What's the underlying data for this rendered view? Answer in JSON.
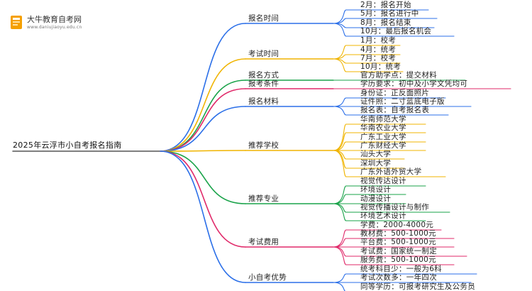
{
  "logo": {
    "title": "大牛教育自考网",
    "url": "www.daniujiaoyu.edu.cn",
    "icon": "book-logo-icon",
    "color": "#f5a000"
  },
  "root": "2025年云浮市小自考报名指南",
  "branches": [
    {
      "label": "报名时间",
      "color": "#2b6fe8",
      "items": [
        "2月：报名开始",
        "5月：报名进行中",
        "8月：报名结束",
        "10月：最后报名机会"
      ]
    },
    {
      "label": "考试时间",
      "color": "#f0b400",
      "items": [
        "1月：校考",
        "4月：统考",
        "7月：校考",
        "10月：统考"
      ]
    },
    {
      "label": "报名方式",
      "color": "#1aa34a",
      "items": [
        "官方助学点：提交材料"
      ]
    },
    {
      "label": "报考条件",
      "color": "#e02a6a",
      "items": [
        "学历要求：初中及小学文凭均可"
      ]
    },
    {
      "label": "报名材料",
      "color": "#2b6fe8",
      "items": [
        "身份证：正反面照片",
        "证件照：二寸蓝底电子版",
        "报名表：自考报名表"
      ]
    },
    {
      "label": "推荐学校",
      "color": "#f0b400",
      "items": [
        "华南师范大学",
        "华南农业大学",
        "广东工业大学",
        "广东财经大学",
        "汕头大学",
        "深圳大学",
        "广东外语外贸大学"
      ]
    },
    {
      "label": "推荐专业",
      "color": "#1aa34a",
      "items": [
        "视觉传达设计",
        "环境设计",
        "动漫设计",
        "视觉传播设计与制作",
        "环境艺术设计"
      ]
    },
    {
      "label": "考试费用",
      "color": "#e02a6a",
      "items": [
        "学费：2000-4000元",
        "教材费：500-1000元",
        "平台费：500-1000元",
        "考试费：国家统一制定",
        "服务费：500-1000元"
      ]
    },
    {
      "label": "小自考优势",
      "color": "#2b6fe8",
      "items": [
        "统考科目少：一般为6科",
        "考试次数多：一年四次",
        "同等学历：可报考研究生及公务员"
      ]
    }
  ]
}
